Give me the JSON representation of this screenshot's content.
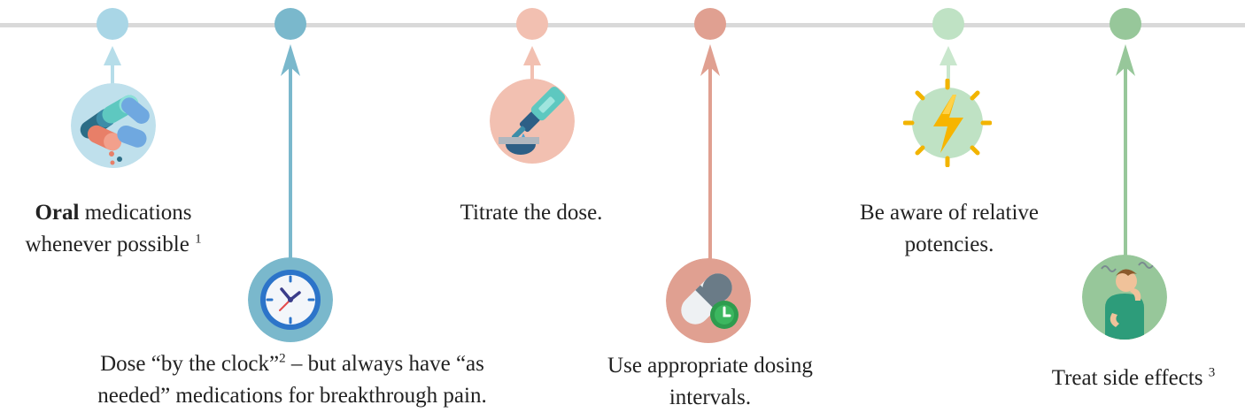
{
  "timeline": {
    "steps": [
      {
        "id": "oral",
        "bold": "Oral",
        "line1_rest": " medications",
        "line2": "whenever possible",
        "footnote": "1",
        "color": "#a9d6e6",
        "icon": "pills-icon"
      },
      {
        "id": "clock",
        "line1": "Dose “by the clock”",
        "footnote": "2",
        "line1_tail": " – but always have “as",
        "line2": "needed” medications for breakthrough pain.",
        "color": "#7ab8cc",
        "icon": "clock-icon"
      },
      {
        "id": "titrate",
        "text": "Titrate the dose.",
        "color": "#f2c0b1",
        "icon": "dropper-icon"
      },
      {
        "id": "intervals",
        "line1": "Use appropriate dosing",
        "line2": "intervals.",
        "color": "#e0a091",
        "icon": "pill-timer-icon"
      },
      {
        "id": "potency",
        "line1": "Be aware of relative",
        "line2": "potencies.",
        "color": "#bfe2c4",
        "icon": "lightning-icon"
      },
      {
        "id": "side-effects",
        "text": "Treat side effects",
        "footnote": "3",
        "color": "#97c79a",
        "icon": "sick-person-icon"
      }
    ]
  }
}
